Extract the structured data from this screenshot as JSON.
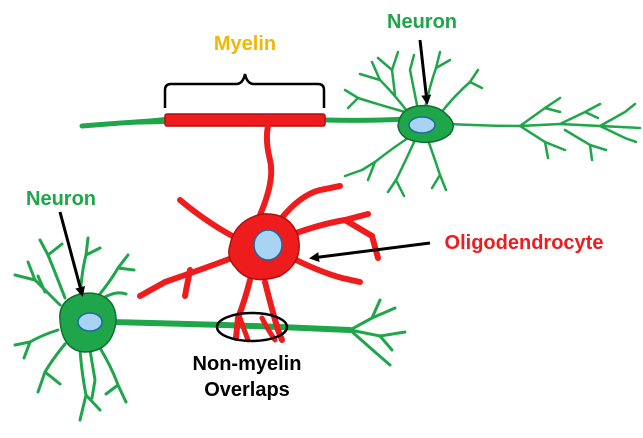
{
  "labels": {
    "myelin": "Myelin",
    "neuron_top": "Neuron",
    "neuron_left": "Neuron",
    "oligodendrocyte": "Oligodendrocyte",
    "overlap_line1": "Non-myelin",
    "overlap_line2": "Overlaps"
  },
  "colors": {
    "neuron": "#1fa54a",
    "neuron_outline": "#0f6e2e",
    "oligodendrocyte": "#ee1c1c",
    "oligodendrocyte_outline": "#b00f0f",
    "nucleus": "#a9d3f2",
    "myelin_label": "#f2b705",
    "neuron_label": "#1fa54a",
    "oligodendrocyte_label": "#ee1c1c",
    "black": "#000000"
  }
}
